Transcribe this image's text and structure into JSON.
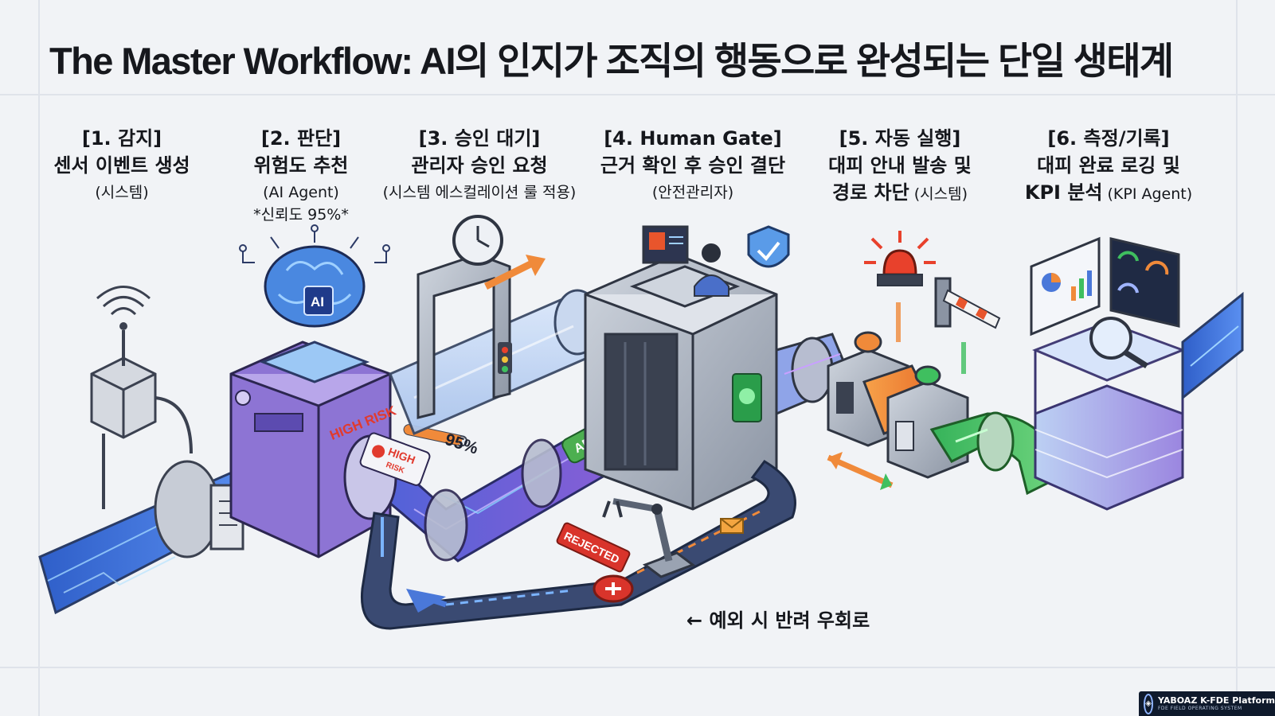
{
  "title": "The Master Workflow: AI의 인지가 조직의 행동으로 완성되는 단일 생태계",
  "steps": [
    {
      "head": "[1. 감지]",
      "line1": "센서 이벤트 생성",
      "line2": "(시스템)"
    },
    {
      "head": "[2. 판단]",
      "line1": "위험도 추천",
      "line2": "(AI Agent)",
      "line3": "*신뢰도 95%*"
    },
    {
      "head": "[3. 승인 대기]",
      "line1": "관리자 승인 요청",
      "line2": "(시스템 에스컬레이션 룰 적용)"
    },
    {
      "head": "[4. Human Gate]",
      "line1": "근거 확인 후 승인 결단",
      "line2": "(안전관리자)"
    },
    {
      "head": "[5. 자동 실행]",
      "line1": "대피 안내 발송 및",
      "line2_bold": "경로 차단",
      "line2_rest": " (시스템)"
    },
    {
      "head": "[6. 측정/기록]",
      "line1": "대피 완료 로깅 및",
      "line2_bold": "KPI 분석",
      "line2_rest": " (KPI Agent)"
    }
  ],
  "labels": {
    "ai_chip": "AI",
    "high_risk_box": "HIGH RISK",
    "high_risk_tag_1": "HIGH",
    "high_risk_tag_2": "RISK",
    "confidence": "95%",
    "approved": "APPROVED",
    "rejected": "REJECTED",
    "bypass": "← 예외 시 반려 우회로"
  },
  "brand": {
    "name": "YABOAZ K-FDE Platform",
    "tagline": "FDE FIELD OPERATING SYSTEM"
  },
  "colors": {
    "pipe_blue": "#3f7fe6",
    "pipe_purple": "#7b5cd6",
    "pipe_orange": "#f08a3a",
    "pipe_green": "#3fbf5f",
    "approved_green": "#4caf50",
    "rejected_red": "#d9342b",
    "alarm_red": "#e8412c"
  }
}
